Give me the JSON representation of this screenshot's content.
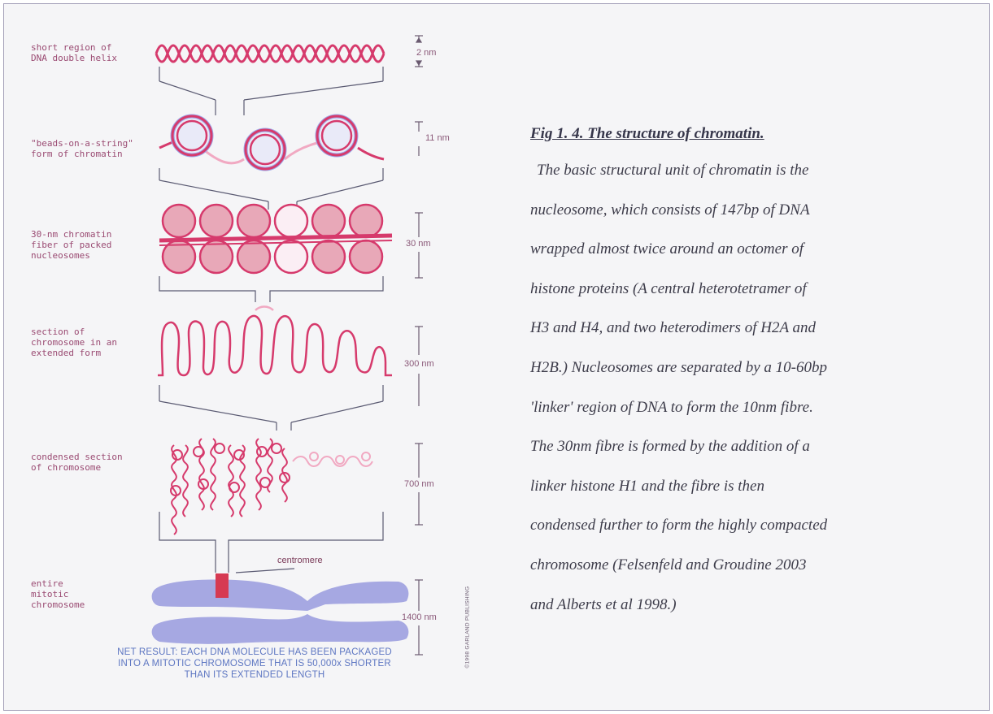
{
  "diagram": {
    "levels": [
      {
        "label": "short region of\nDNA double helix",
        "scale": "2 nm"
      },
      {
        "label": "\"beads-on-a-string\"\nform of chromatin",
        "scale": "11 nm"
      },
      {
        "label": "30-nm chromatin\nfiber of packed\nnucleosomes",
        "scale": "30 nm"
      },
      {
        "label": "section of\nchromosome in an\nextended form",
        "scale": "300 nm"
      },
      {
        "label": "condensed section\nof chromosome",
        "scale": "700 nm"
      },
      {
        "label": "entire\nmitotic\nchromosome",
        "scale": "1400 nm"
      }
    ],
    "centromere_label": "centromere",
    "net_result": "NET RESULT: EACH DNA MOLECULE HAS BEEN PACKAGED INTO A MITOTIC CHROMOSOME THAT IS 50,000x SHORTER THAN ITS EXTENDED LENGTH",
    "credit": "©1998 GARLAND PUBLISHING",
    "colors": {
      "dna": "#d63a6c",
      "dna_light": "#f1a9c2",
      "histone": "#9ea8e8",
      "chromosome": "#a6a8e2",
      "centromere": "#d63a52",
      "label": "#9a4a72",
      "connector": "#5a5a72"
    }
  },
  "caption": {
    "title": "Fig 1. 4.  The structure of chromatin.",
    "lines": [
      "The basic structural unit of chromatin is the",
      "nucleosome, which consists of 147bp of DNA",
      "wrapped almost twice around an octomer of",
      "histone proteins (A central heterotetramer of",
      "H3 and H4, and two heterodimers of H2A and",
      "H2B.) Nucleosomes are separated by a 10-60bp",
      "'linker' region of DNA to form the 10nm fibre.",
      "The 30nm fibre is formed by the addition of a",
      "linker histone H1 and the fibre is then",
      "condensed further to form the highly compacted",
      "chromosome (Felsenfeld and Groudine 2003",
      "and Alberts et al 1998.)"
    ]
  }
}
